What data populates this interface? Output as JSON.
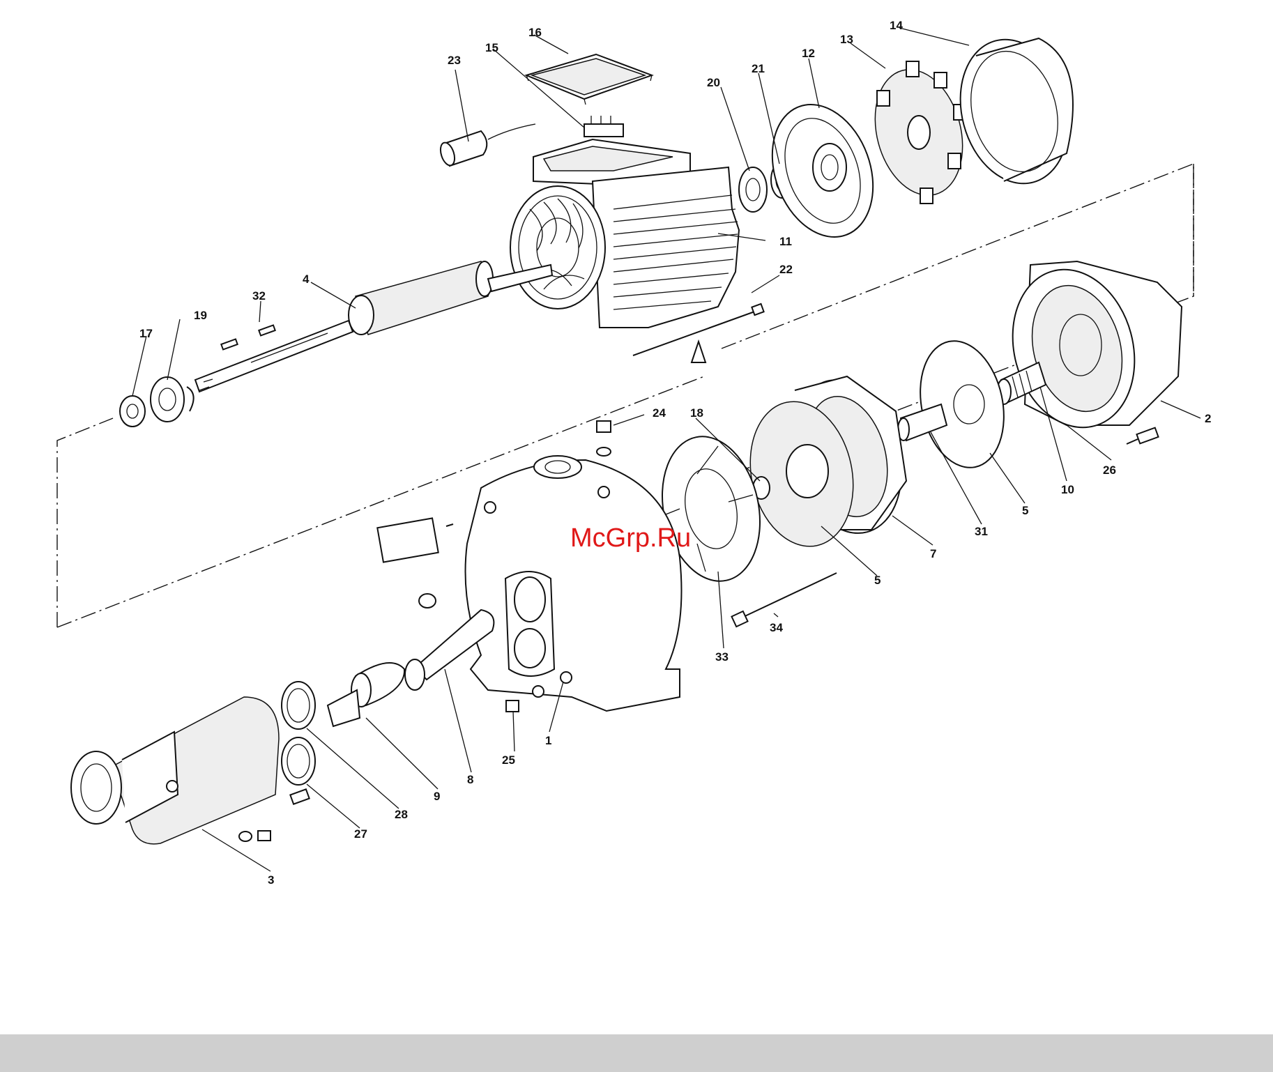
{
  "watermark": "McGrp.Ru",
  "callouts": [
    "1",
    "2",
    "3",
    "4",
    "5",
    "5",
    "7",
    "8",
    "9",
    "10",
    "11",
    "12",
    "13",
    "14",
    "15",
    "16",
    "17",
    "18",
    "19",
    "20",
    "21",
    "22",
    "23",
    "24",
    "25",
    "26",
    "27",
    "28",
    "31",
    "32",
    "33",
    "34"
  ],
  "colors": {
    "line": "#111111",
    "watermark": "#e01818",
    "footer": "#cfcfcf",
    "background": "#ffffff"
  }
}
